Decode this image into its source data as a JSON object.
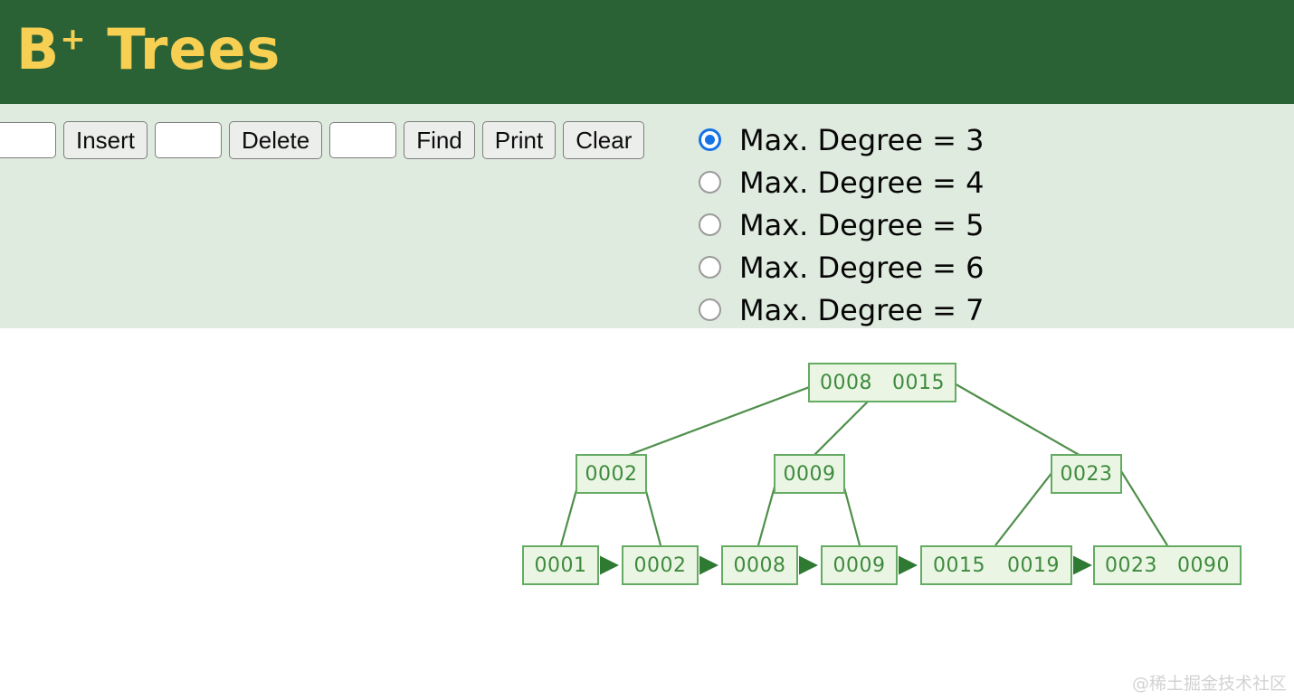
{
  "header": {
    "title_main": "B",
    "title_sup": "+",
    "title_rest": " Trees"
  },
  "toolbar": {
    "insert_value": "",
    "insert_placeholder": "",
    "insert_label": "Insert",
    "delete_value": "",
    "delete_placeholder": "",
    "delete_label": "Delete",
    "find_value": "",
    "find_placeholder": "",
    "find_label": "Find",
    "print_label": "Print",
    "clear_label": "Clear"
  },
  "degree_options": [
    {
      "label": "Max. Degree = 3",
      "value": "3",
      "selected": true
    },
    {
      "label": "Max. Degree = 4",
      "value": "4",
      "selected": false
    },
    {
      "label": "Max. Degree = 5",
      "value": "5",
      "selected": false
    },
    {
      "label": "Max. Degree = 6",
      "value": "6",
      "selected": false
    },
    {
      "label": "Max. Degree = 7",
      "value": "7",
      "selected": false
    }
  ],
  "tree": {
    "root": {
      "keys": [
        "0008",
        "0015"
      ]
    },
    "internal": [
      {
        "keys": [
          "0002"
        ]
      },
      {
        "keys": [
          "0009"
        ]
      },
      {
        "keys": [
          "0023"
        ]
      }
    ],
    "leaves": [
      {
        "keys": [
          "0001"
        ]
      },
      {
        "keys": [
          "0002"
        ]
      },
      {
        "keys": [
          "0008"
        ]
      },
      {
        "keys": [
          "0009"
        ]
      },
      {
        "keys": [
          "0015",
          "0019"
        ]
      },
      {
        "keys": [
          "0023",
          "0090"
        ]
      }
    ]
  },
  "colors": {
    "header_bg": "#2a6236",
    "header_text": "#f7cf52",
    "panel_bg": "#e0ebdf",
    "node_fill": "#eaf6e3",
    "node_stroke": "#65ab63",
    "node_text": "#3f8a3f",
    "edge": "#4f8f4a",
    "radio_selected": "#1673e6"
  },
  "watermark": {
    "text": "@稀土掘金技术社区"
  }
}
